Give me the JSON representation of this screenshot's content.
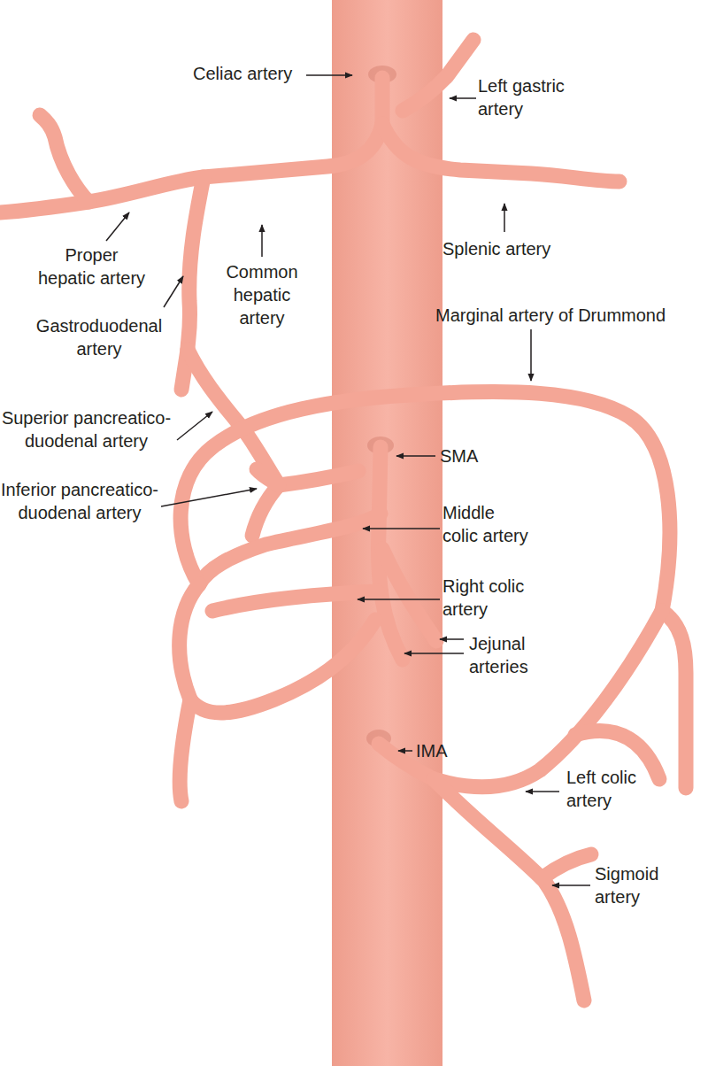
{
  "diagram": {
    "labels": [
      "Celiac artery",
      "Left gastric artery",
      "Proper hepatic artery",
      "Common hepatic artery",
      "Splenic artery",
      "Gastroduodenal artery",
      "Marginal artery of Drummond",
      "Superior pancreatico- duodenal artery",
      "SMA",
      "Inferior pancreatico- duodenal artery",
      "Middle colic artery",
      "Right colic artery",
      "Jejunal arteries",
      "IMA",
      "Left colic artery",
      "Sigmoid artery"
    ]
  }
}
